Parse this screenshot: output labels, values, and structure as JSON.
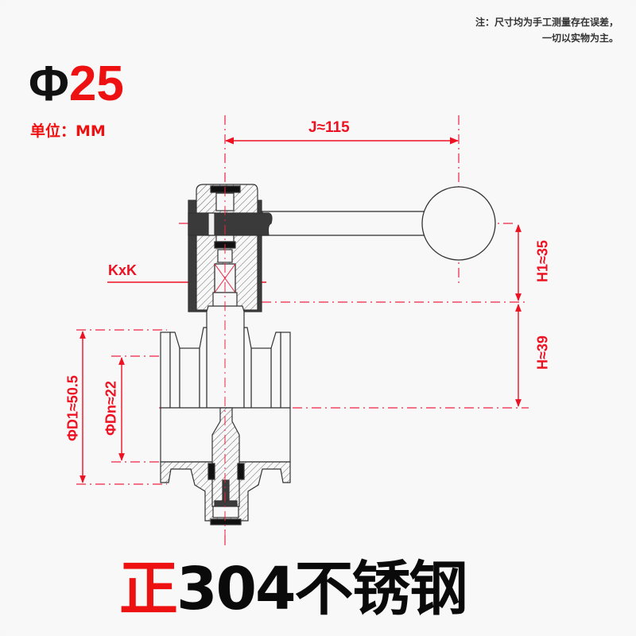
{
  "note": {
    "line1": "注：尺寸均为手工测量存在误差，",
    "line2": "一切以实物为主。"
  },
  "title": {
    "phi_symbol": "Φ",
    "size": "25",
    "unit_label": "单位：MM"
  },
  "drawing": {
    "subject": "butterfly-valve-with-handle",
    "dimensions": {
      "J": "J≈115",
      "H1": "H1≈35",
      "H": "H≈39",
      "KxK": "KxK",
      "D1": "ΦD1≈50.5",
      "Dn": "ΦDn≈22"
    },
    "colors": {
      "dimension": "#ee1122",
      "outline": "#333333",
      "fill_dark": "#3a3a3a",
      "hatch": "#555555"
    }
  },
  "footer": {
    "highlight": "正",
    "text": "304不锈钢"
  }
}
